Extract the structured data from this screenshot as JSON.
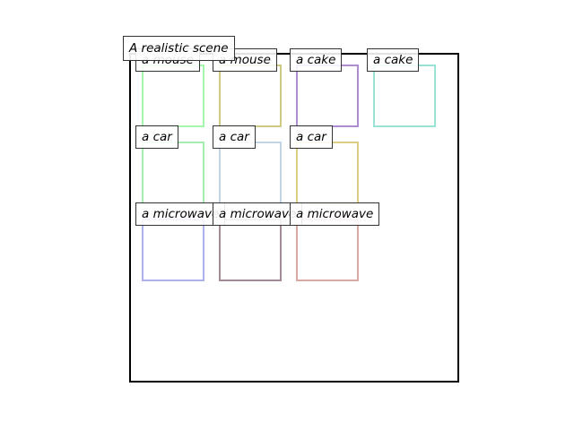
{
  "scene": {
    "title": "A realistic scene"
  },
  "objects": [
    {
      "label": "a mouse",
      "color": "#7ef28a"
    },
    {
      "label": "a mouse",
      "color": "#b8b44e"
    },
    {
      "label": "a cake",
      "color": "#8a5cbf"
    },
    {
      "label": "a cake",
      "color": "#6fd6c2"
    },
    {
      "label": "a car",
      "color": "#7ee68e"
    },
    {
      "label": "a car",
      "color": "#a8c2d8"
    },
    {
      "label": "a car",
      "color": "#cdbb4f"
    },
    {
      "label": "a microwave",
      "color": "#8c8ee6"
    },
    {
      "label": "a microwave",
      "color": "#7a5a6a"
    },
    {
      "label": "a microwave",
      "color": "#c4867a"
    }
  ]
}
